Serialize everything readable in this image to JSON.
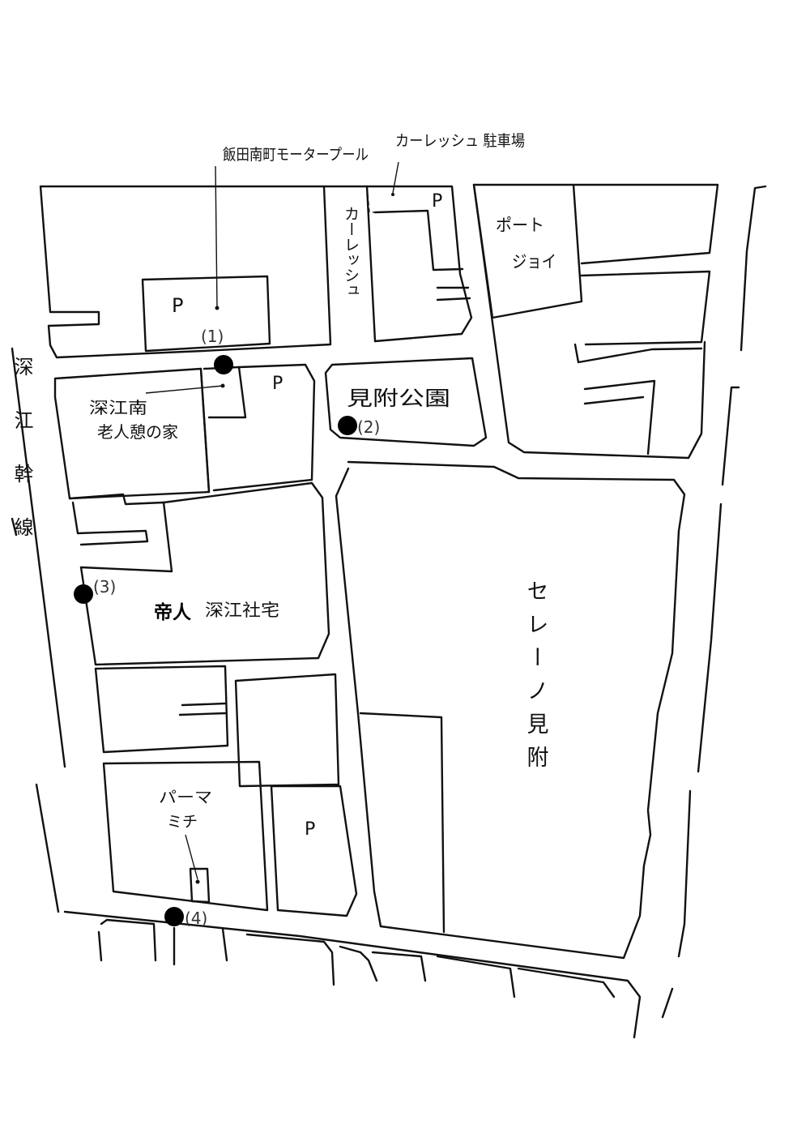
{
  "labels": {
    "motor_pool": "飯田南町モータープール",
    "carlesshu_parking": "カーレッシュ 駐車場",
    "carlesshu_vertical": "カーレッシュ",
    "port_joy_1": "ポート",
    "port_joy_2": "ジョイ",
    "parking": "P",
    "elderly_1": "深江南",
    "elderly_2": "老人憩の家",
    "park": "見附公園",
    "road": "深江幹線",
    "teijin_a": "帝人",
    "teijin_b": "深江社宅",
    "seren": "セレーノ見附",
    "perm_1": "パーマ",
    "perm_2": "ミチ"
  },
  "markers": [
    "(1)",
    "(2)",
    "(3)",
    "(4)"
  ]
}
